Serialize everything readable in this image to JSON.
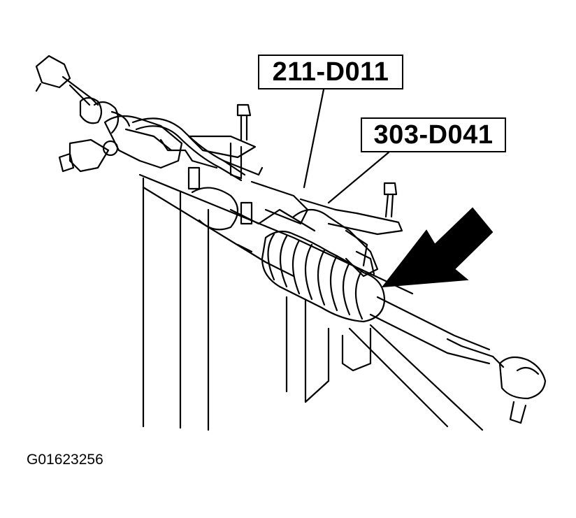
{
  "callouts": [
    {
      "text": "211-D011"
    },
    {
      "text": "303-D041"
    }
  ],
  "figure_id": "G01623256",
  "icons": {
    "arrow": "direction-arrow-icon"
  }
}
